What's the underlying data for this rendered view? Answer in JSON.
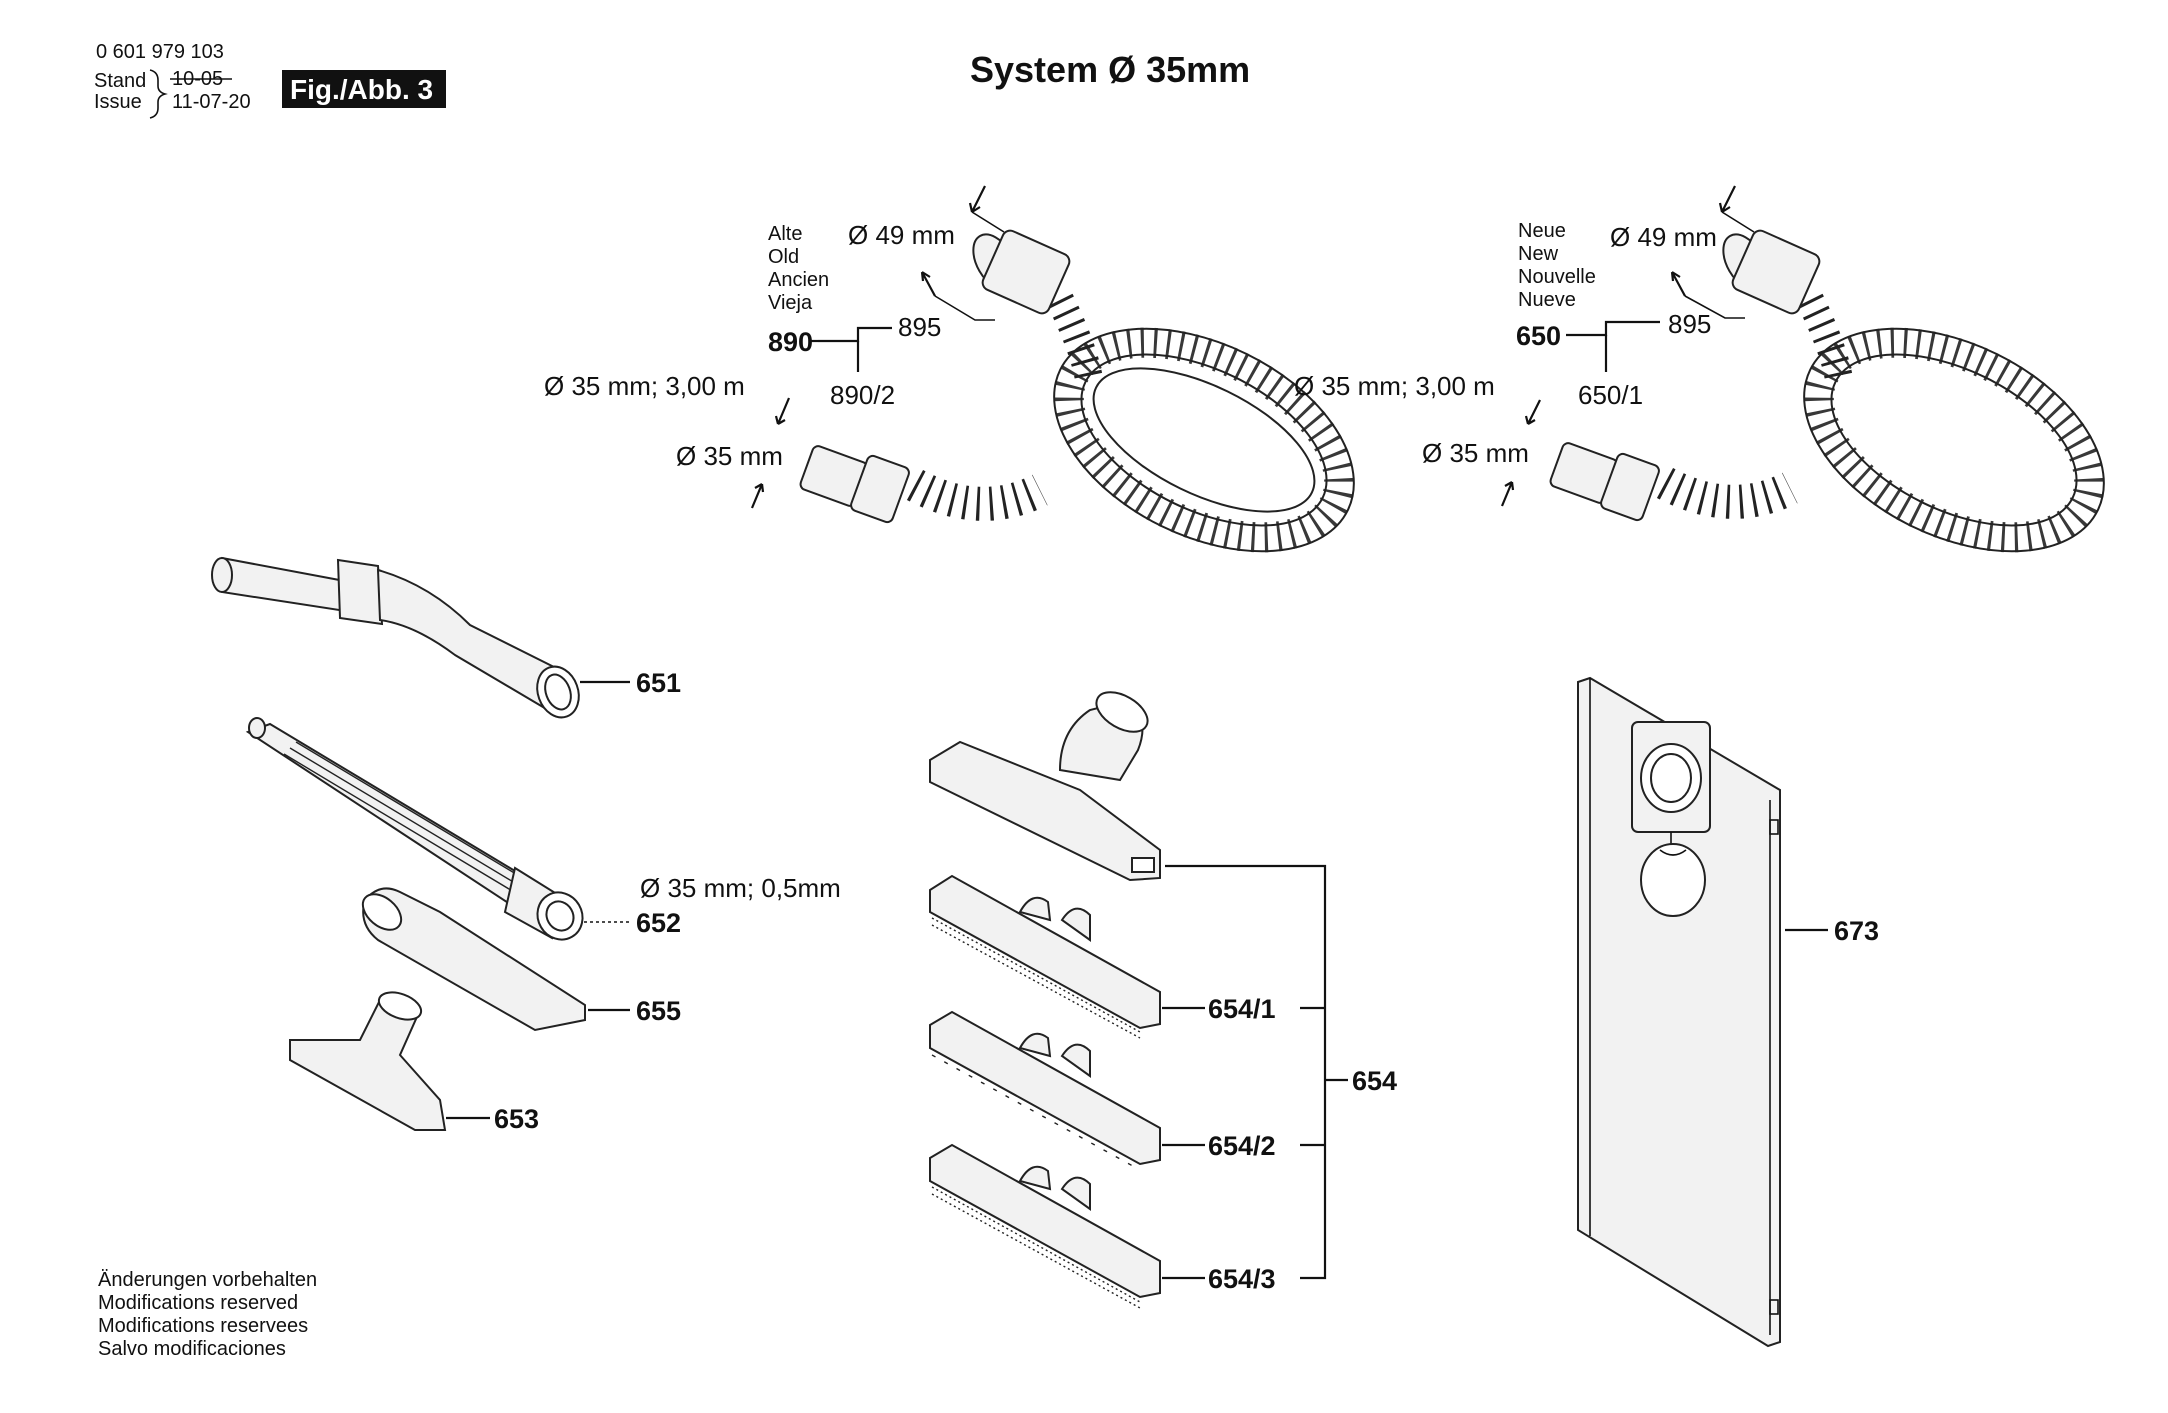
{
  "header": {
    "doc_number": "0 601 979 103",
    "stand_label": "Stand",
    "issue_label": "Issue",
    "old_date": "10-05",
    "new_date": "11-07-20",
    "fig_badge": "Fig./Abb. 3"
  },
  "title": "System Ø 35mm",
  "hose_old": {
    "lang_lines": [
      "Alte",
      "Old",
      "Ancien",
      "Vieja"
    ],
    "part": "890",
    "sub_a": "895",
    "sub_b": "890/2",
    "dia_top": "Ø 49 mm",
    "hose_spec": "Ø 35 mm; 3,00 m",
    "dia_bottom": "Ø 35 mm"
  },
  "hose_new": {
    "lang_lines": [
      "Neue",
      "New",
      "Nouvelle",
      "Nueve"
    ],
    "part": "650",
    "sub_a": "895",
    "sub_b": "650/1",
    "dia_top": "Ø 49 mm",
    "hose_spec": "Ø 35 mm; 3,00 m",
    "dia_bottom": "Ø 35 mm"
  },
  "parts": {
    "p651": "651",
    "p652": "652",
    "p652_spec": "Ø 35 mm; 0,5mm",
    "p655": "655",
    "p653": "653",
    "p654": "654",
    "p654_1": "654/1",
    "p654_2": "654/2",
    "p654_3": "654/3",
    "p673": "673"
  },
  "footer": {
    "lines": [
      "Änderungen vorbehalten",
      "Modifications reserved",
      "Modifications reservees",
      "Salvo modificaciones"
    ]
  }
}
